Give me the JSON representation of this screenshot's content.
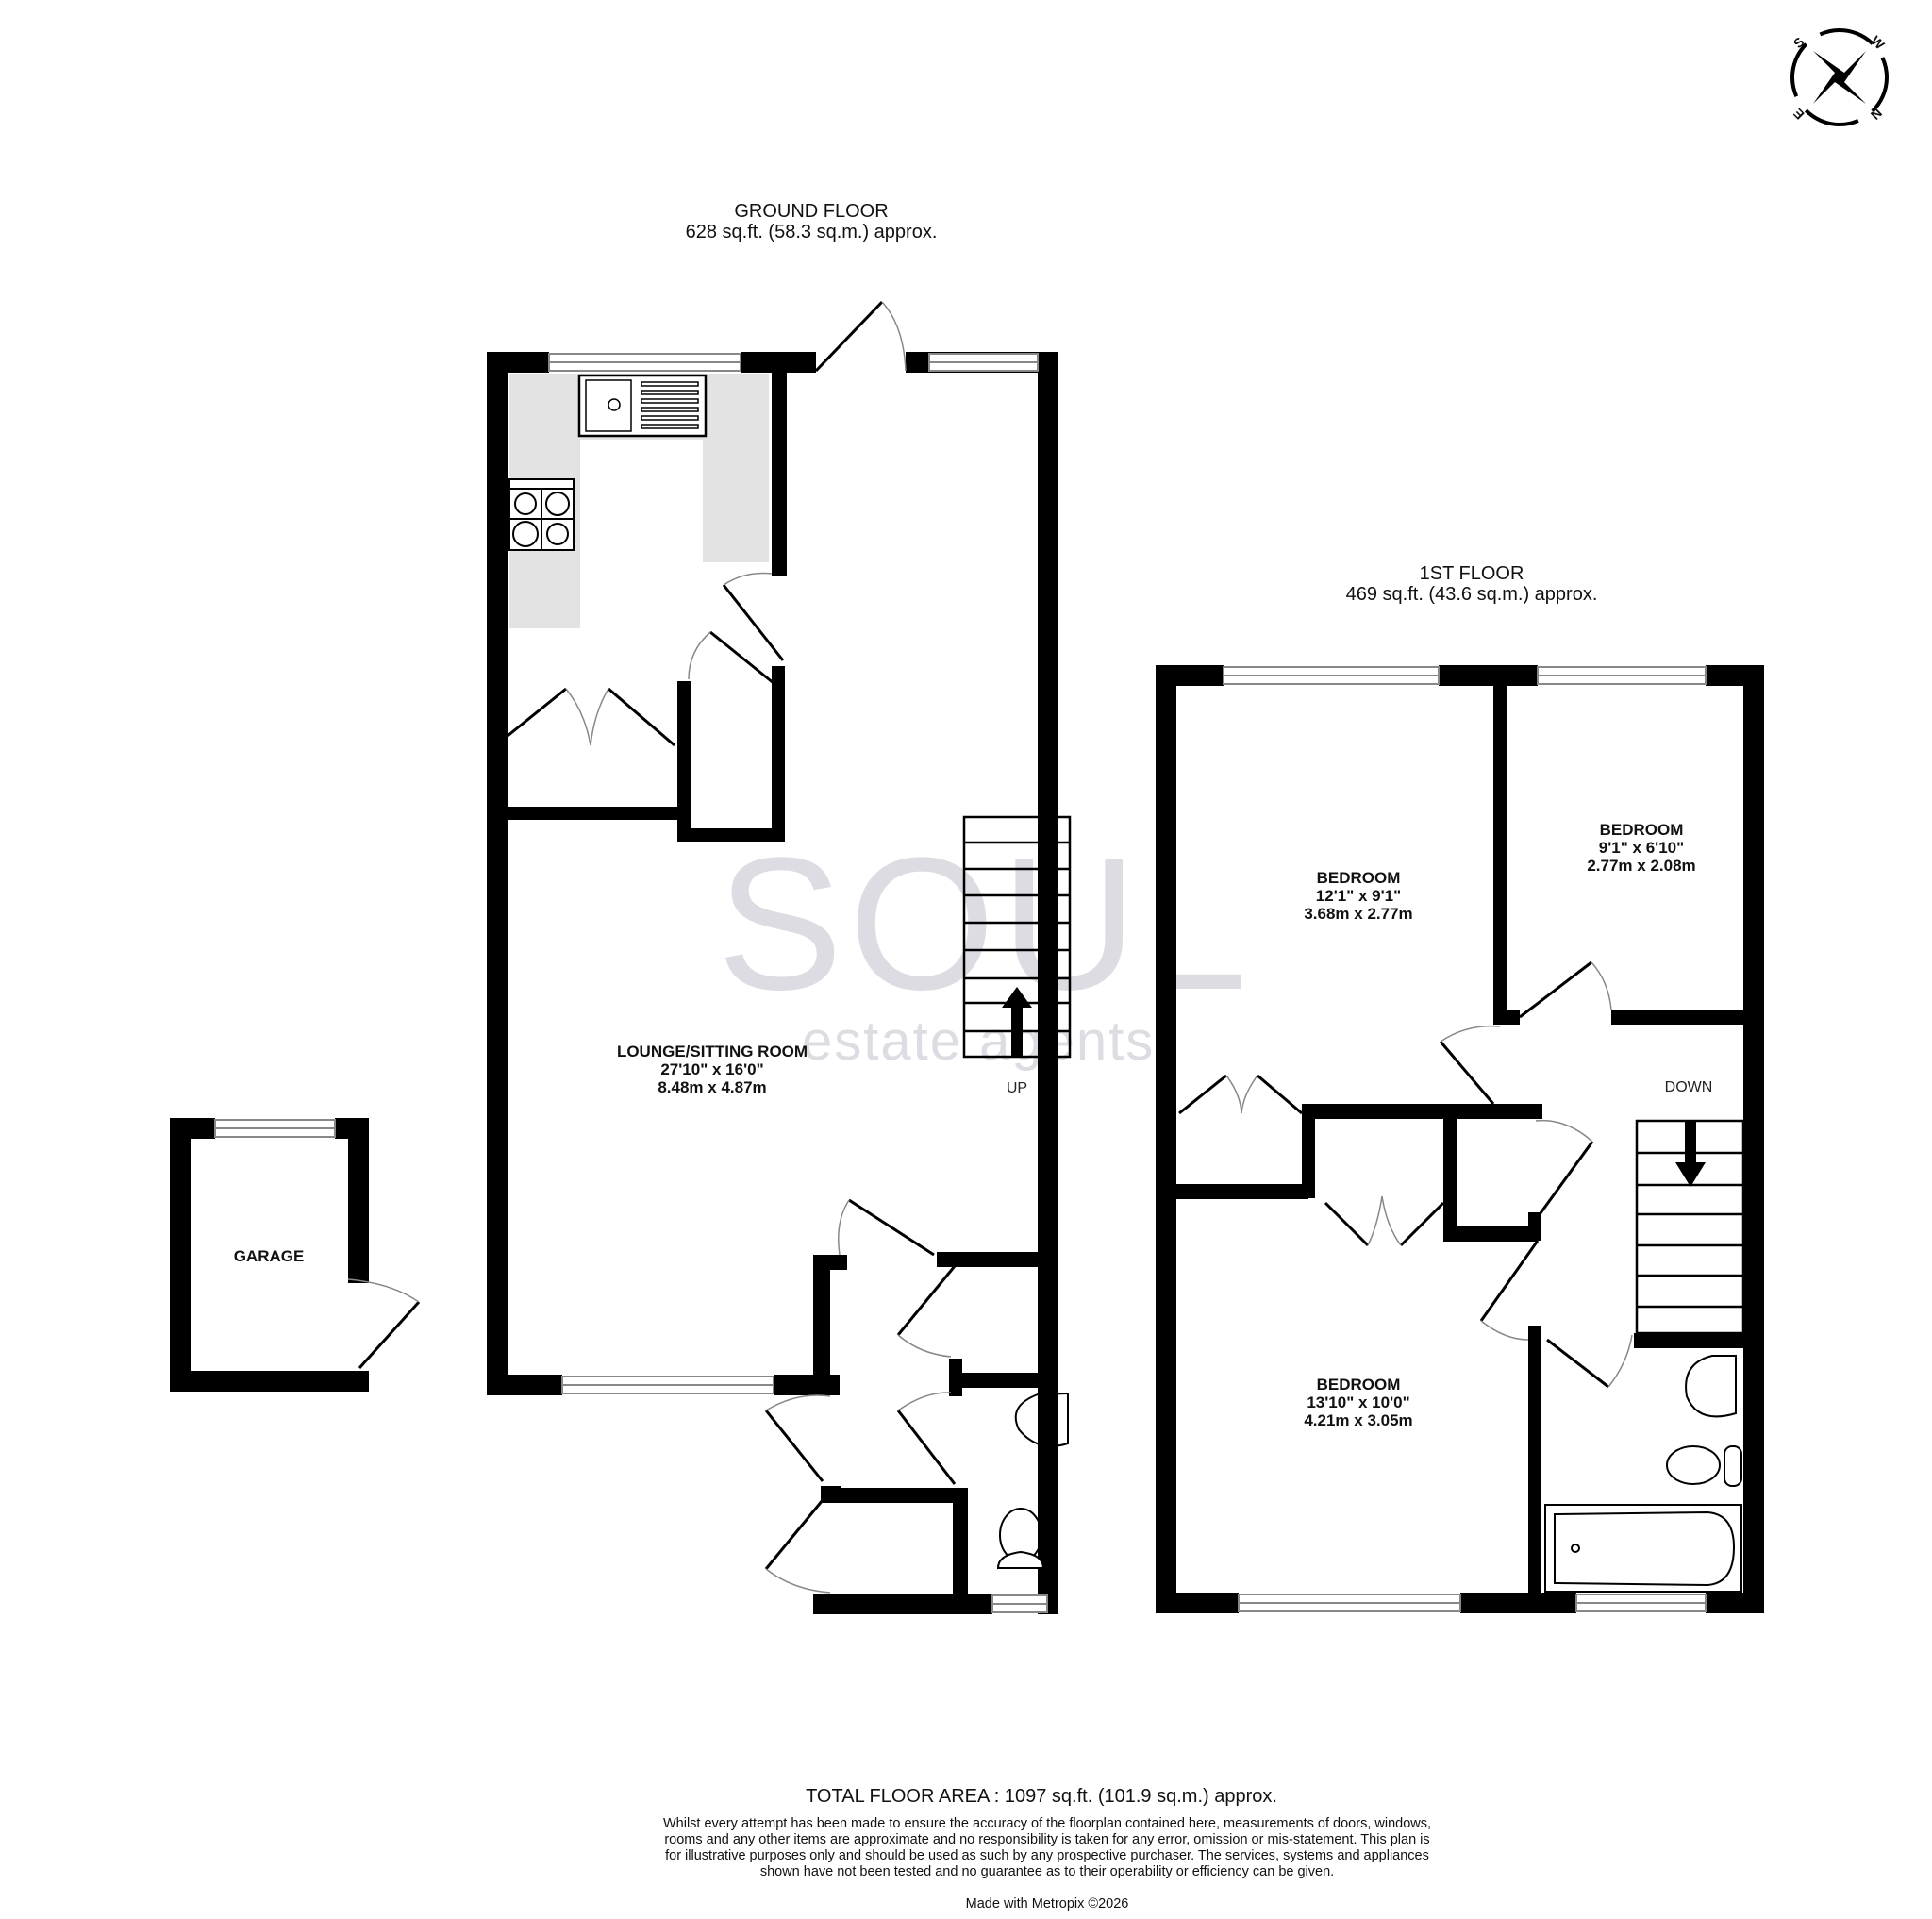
{
  "compass": {
    "labels": {
      "top_left": "S",
      "top_right": "W",
      "bottom_left": "E",
      "bottom_right": "N"
    }
  },
  "watermark": {
    "brand": "SOUL",
    "tagline": "estate agents",
    "color": "#dcdce2"
  },
  "ground_floor": {
    "title": "GROUND FLOOR",
    "area": "628 sq.ft. (58.3 sq.m.) approx.",
    "rooms": [
      {
        "name": "LOUNGE/SITTING ROOM",
        "imperial": "27'10\"  x 16'0\"",
        "metric": "8.48m  x 4.87m"
      }
    ],
    "stairs_label": "UP"
  },
  "garage": {
    "name": "GARAGE"
  },
  "first_floor": {
    "title": "1ST FLOOR",
    "area": "469 sq.ft. (43.6 sq.m.) approx.",
    "rooms": [
      {
        "name": "BEDROOM",
        "imperial": "12'1\"  x 9'1\"",
        "metric": "3.68m  x 2.77m"
      },
      {
        "name": "BEDROOM",
        "imperial": "9'1\"  x 6'10\"",
        "metric": "2.77m  x 2.08m"
      },
      {
        "name": "BEDROOM",
        "imperial": "13'10\"  x 10'0\"",
        "metric": "4.21m  x 3.05m"
      }
    ],
    "stairs_label": "DOWN"
  },
  "footer": {
    "total": "TOTAL FLOOR AREA : 1097 sq.ft. (101.9 sq.m.) approx.",
    "disclaimer": "Whilst every attempt has been made to ensure the accuracy of the floorplan contained here, measurements of doors, windows, rooms and any other items are approximate and no responsibility is taken for any error, omission or mis-statement. This plan is for illustrative purposes only and should be used as such by any prospective purchaser. The services, systems and appliances shown have not been tested and no guarantee as to their operability or efficiency can be given.",
    "credit": "Made with Metropix ©2026"
  },
  "colors": {
    "wall": "#000000",
    "worktop": "#e3e3e3",
    "window": "#888888",
    "door_arc": "#888888"
  }
}
